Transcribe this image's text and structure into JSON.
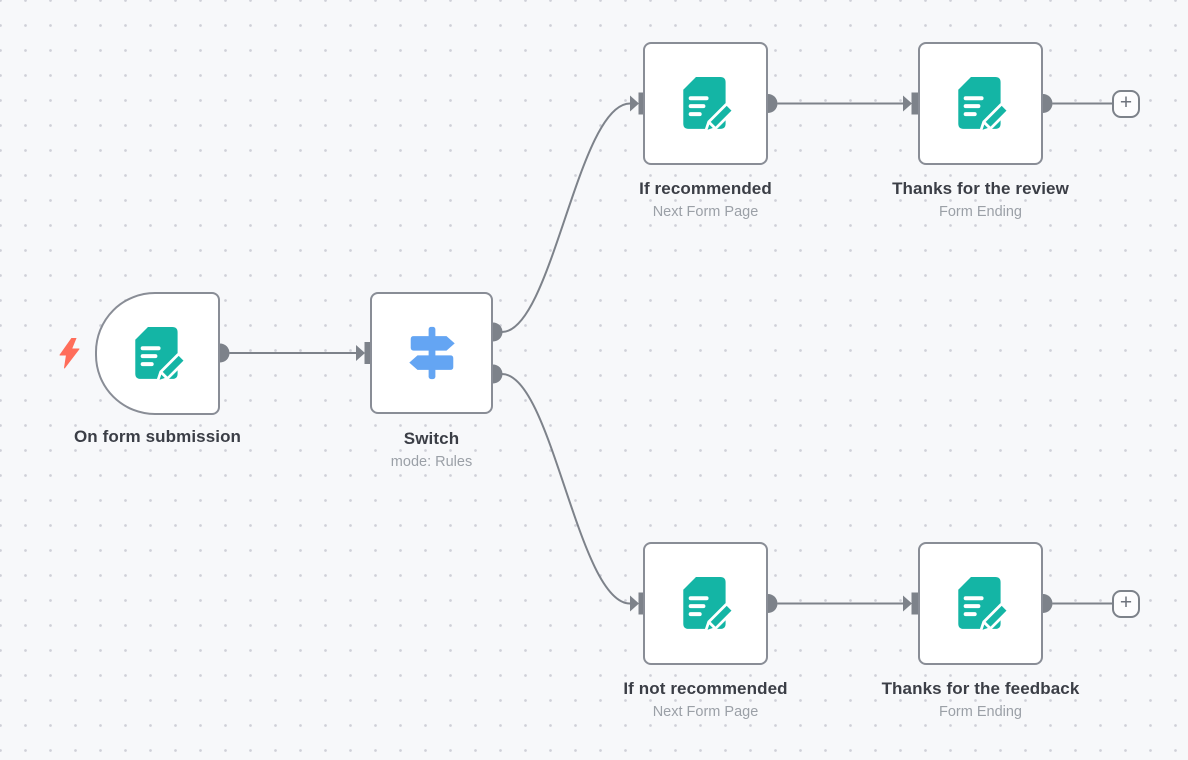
{
  "workflow": {
    "nodes": [
      {
        "name": "on-form-submission",
        "label": "On form submission",
        "sublabel": "",
        "icon": "form-pencil-icon",
        "kind": "trigger"
      },
      {
        "name": "switch",
        "label": "Switch",
        "sublabel": "mode: Rules",
        "icon": "signpost-icon",
        "kind": "regular"
      },
      {
        "name": "if-recommended",
        "label": "If recommended",
        "sublabel": "Next Form Page",
        "icon": "form-pencil-icon",
        "kind": "regular"
      },
      {
        "name": "thanks-for-the-review",
        "label": "Thanks for the review",
        "sublabel": "Form Ending",
        "icon": "form-pencil-icon",
        "kind": "regular"
      },
      {
        "name": "if-not-recommended",
        "label": "If not recommended",
        "sublabel": "Next Form Page",
        "icon": "form-pencil-icon",
        "kind": "regular"
      },
      {
        "name": "thanks-for-the-feedback",
        "label": "Thanks for the feedback",
        "sublabel": "Form Ending",
        "icon": "form-pencil-icon",
        "kind": "regular"
      }
    ],
    "connections": [
      {
        "from": "on-form-submission",
        "to": "switch"
      },
      {
        "from": "switch",
        "output": 0,
        "to": "if-recommended"
      },
      {
        "from": "switch",
        "output": 1,
        "to": "if-not-recommended"
      },
      {
        "from": "if-recommended",
        "to": "thanks-for-the-review"
      },
      {
        "from": "if-not-recommended",
        "to": "thanks-for-the-feedback"
      }
    ]
  },
  "ui": {
    "add_button_label": "+",
    "trigger_icon": "lightning-bolt-icon"
  },
  "colors": {
    "canvas_bg": "#f7f8fa",
    "grid_dot": "#cfd0d8",
    "node_bg": "#ffffff",
    "node_border": "#898d96",
    "connector_gray": "#7d828a",
    "title_text": "#3b3e46",
    "subtitle_text": "#9ba0a7",
    "form_icon_teal": "#14b5a5",
    "switch_icon_blue": "#64a5f3",
    "trigger_bolt_red": "#ff6d5a"
  }
}
